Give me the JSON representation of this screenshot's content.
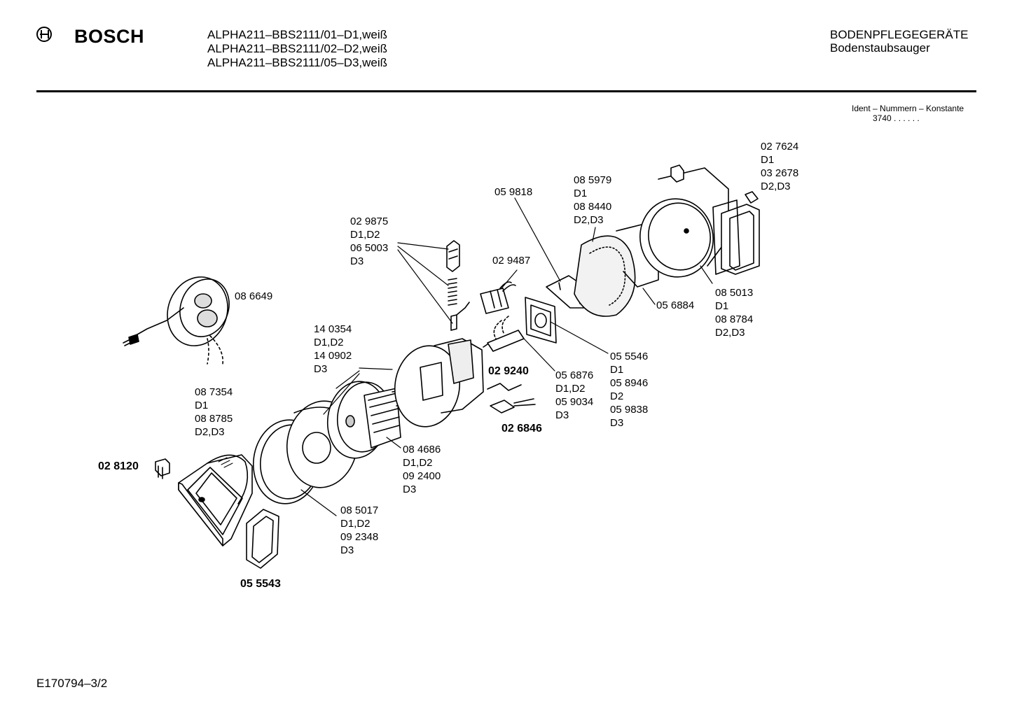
{
  "header": {
    "brand": "BOSCH",
    "models": [
      "ALPHA211–BBS2111/01–D1,weiß",
      "ALPHA211–BBS2111/02–D2,weiß",
      "ALPHA211–BBS2111/05–D3,weiß"
    ],
    "category": "BODENPFLEGEGERÄTE",
    "subcategory": "Bodenstaubsauger"
  },
  "ident": {
    "title": "Ident – Nummern – Konstante",
    "value": "3740  . .     . . . ."
  },
  "footer": {
    "code": "E170794–3/2"
  },
  "labels": {
    "l_027624": [
      "02 7624",
      "D1",
      "03 2678",
      "D2,D3"
    ],
    "l_085979": [
      "08 5979",
      "D1",
      "08 8440",
      "D2,D3"
    ],
    "l_059818": [
      "05 9818"
    ],
    "l_029875": [
      "02 9875",
      "D1,D2",
      "06 5003",
      "D3"
    ],
    "l_029487": [
      "02 9487"
    ],
    "l_086649": [
      "08 6649"
    ],
    "l_085013": [
      "08 5013",
      "D1",
      "08 8784",
      "D2,D3"
    ],
    "l_056884": [
      "05 6884"
    ],
    "l_140354": [
      "14 0354",
      "D1,D2",
      "14 0902",
      "D3"
    ],
    "l_055546": [
      "05 5546",
      "D1",
      "05 8946",
      "D2",
      "05 9838",
      "D3"
    ],
    "l_029240": [
      "02 9240"
    ],
    "l_056876": [
      "05 6876",
      "D1,D2",
      "05 9034",
      "D3"
    ],
    "l_087354": [
      "08 7354",
      "D1",
      "08 8785",
      "D2,D3"
    ],
    "l_026846": [
      "02 6846"
    ],
    "l_028120": [
      "02 8120"
    ],
    "l_084686": [
      "08 4686",
      "D1,D2",
      "09 2400",
      "D3"
    ],
    "l_085017": [
      "08 5017",
      "D1,D2",
      "09 2348",
      "D3"
    ],
    "l_055543": [
      "05 5543"
    ]
  }
}
